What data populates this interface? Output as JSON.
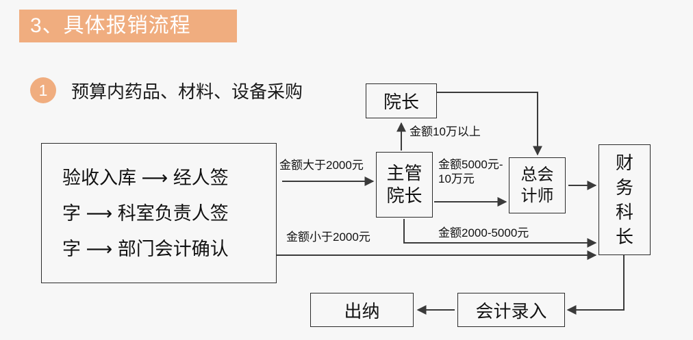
{
  "slide": {
    "background_color": "#f7f7f7",
    "accent_color": "#f0ad7f"
  },
  "header": {
    "band_title": "3、具体报销流程",
    "band_color": "#f0ad7f",
    "band_text_color": "#ffffff"
  },
  "subheading": {
    "number": "1",
    "number_color": "#f0ad7f",
    "text": "预算内药品、材料、设备采购"
  },
  "flow": {
    "nodes": [
      {
        "id": "intake",
        "label": "验收入库 ⟶ 经人签\n字 ⟶ 科室负责人签\n字 ⟶ 部门会计确认",
        "plain_label": "验收入库 → 经人签字 → 科室负责人签字 → 部门会计确认"
      },
      {
        "id": "dean",
        "label": "院长"
      },
      {
        "id": "vicedean",
        "label": "主管\n院长",
        "plain_label": "主管院长"
      },
      {
        "id": "chiefacct",
        "label": "总会\n计师",
        "plain_label": "总会计师"
      },
      {
        "id": "finhead",
        "label": "财\n务\n科\n长",
        "plain_label": "财务科长"
      },
      {
        "id": "cashier",
        "label": "出纳"
      },
      {
        "id": "acctentry",
        "label": "会计录入"
      }
    ],
    "edges": [
      {
        "id": "gt2000",
        "from": "intake",
        "to": "vicedean",
        "label": "金额大于2000元"
      },
      {
        "id": "over10w",
        "from": "vicedean",
        "to": "dean",
        "label": "金额10万以上"
      },
      {
        "id": "dean-ca",
        "from": "dean",
        "to": "chiefacct",
        "label": ""
      },
      {
        "id": "r5000-10w",
        "from": "vicedean",
        "to": "chiefacct",
        "label": "金额5000元-\n10万元",
        "plain_label": "金额5000元-10万元"
      },
      {
        "id": "lt2000",
        "from": "intake",
        "to": "finhead",
        "label": "金额小于2000元"
      },
      {
        "id": "r2000-5000",
        "from": "vicedean",
        "to": "finhead",
        "label": "金额2000-5000元"
      },
      {
        "id": "ca-fin",
        "from": "chiefacct",
        "to": "finhead",
        "label": ""
      },
      {
        "id": "fin-entry",
        "from": "finhead",
        "to": "acctentry",
        "label": ""
      },
      {
        "id": "entry-cash",
        "from": "acctentry",
        "to": "cashier",
        "label": ""
      }
    ]
  }
}
